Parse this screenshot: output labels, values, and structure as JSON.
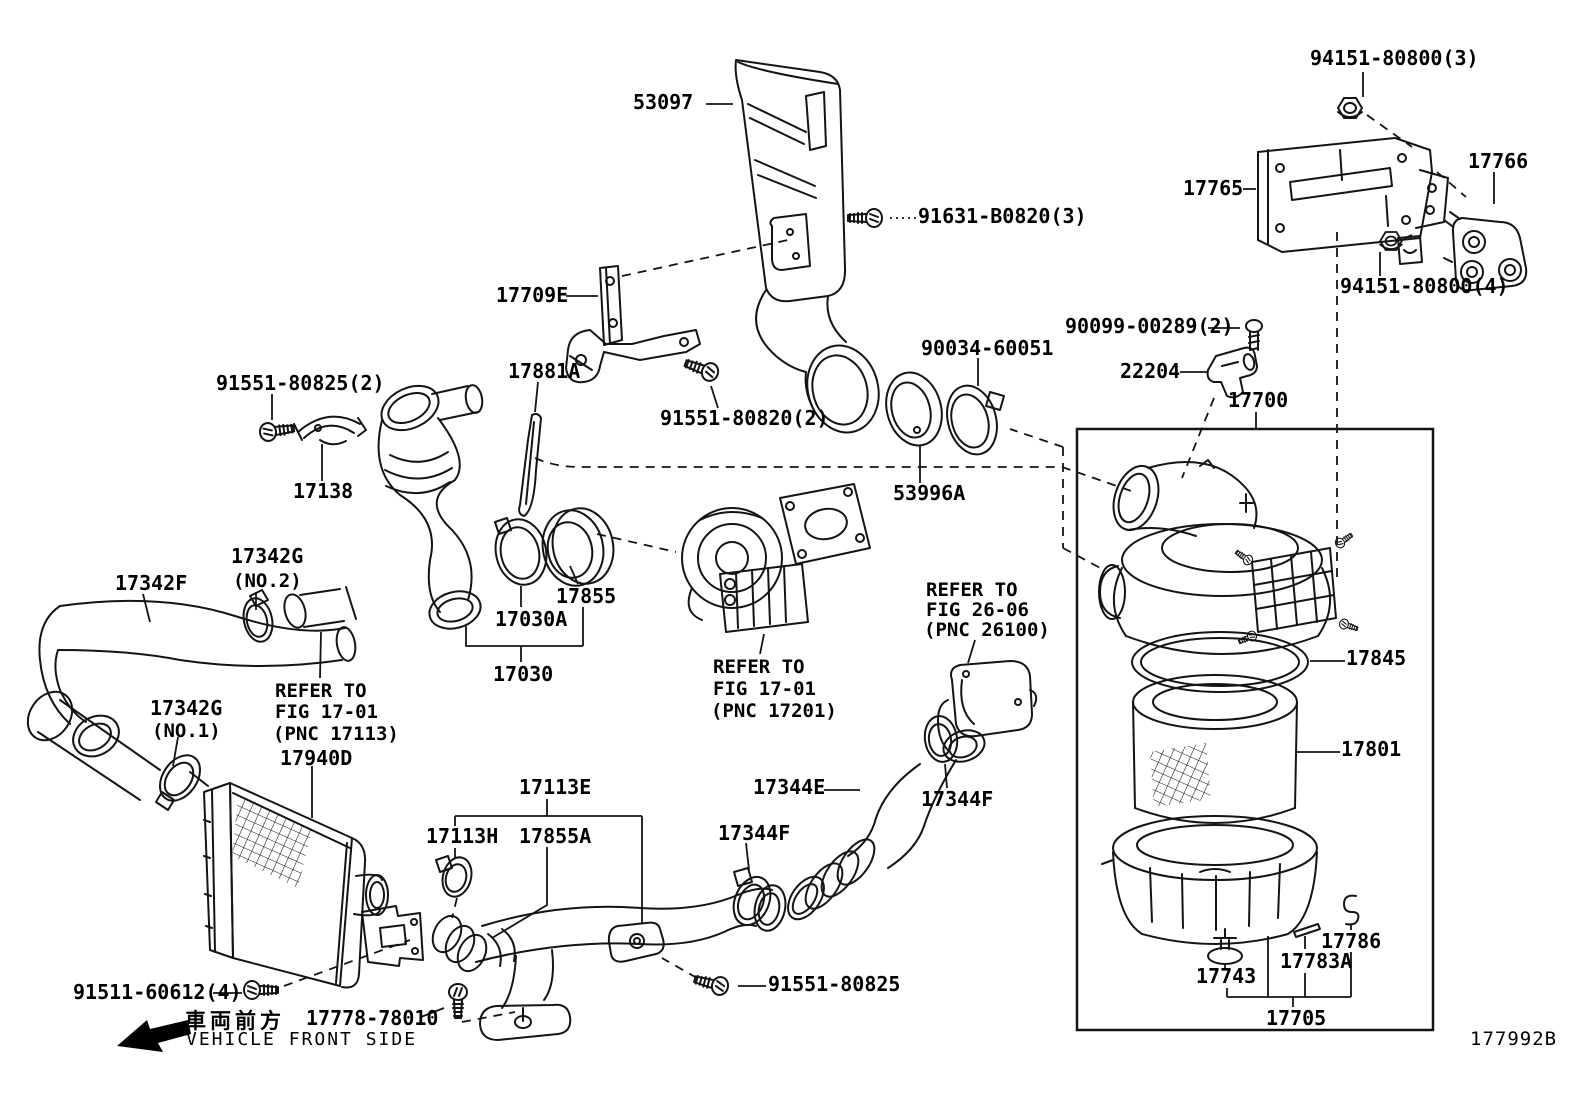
{
  "figure": {
    "code": "177992B"
  },
  "direction": {
    "jp": "車両前方",
    "en": "VEHICLE FRONT SIDE"
  },
  "part_labels": [
    "53097",
    "91631-B0820(3)",
    "94151-80800(3)",
    "17765",
    "17766",
    "94151-80800(4)",
    "90099-00289(2)",
    "22204",
    "17700",
    "90034-60051",
    "53996A",
    "17709E",
    "17881A",
    "91551-80820(2)",
    "91551-80825(2)",
    "17138",
    "17342G",
    "(NO.2)",
    "17342F",
    "17342G",
    "(NO.1)",
    "17940D",
    "17855",
    "17030A",
    "17030",
    "17113E",
    "17113H",
    "17855A",
    "17344E",
    "17344F",
    "17344F",
    "91511-60612(4)",
    "17778-78010",
    "91551-80825",
    "17845",
    "17801",
    "17786",
    "17783A",
    "17743",
    "17705"
  ],
  "notes": [
    [
      "REFER TO",
      "FIG 17-01",
      "(PNC 17113)"
    ],
    [
      "REFER TO",
      "FIG 17-01",
      "(PNC 17201)"
    ],
    [
      "REFER TO",
      "FIG 26-06",
      "(PNC 26100)"
    ]
  ]
}
